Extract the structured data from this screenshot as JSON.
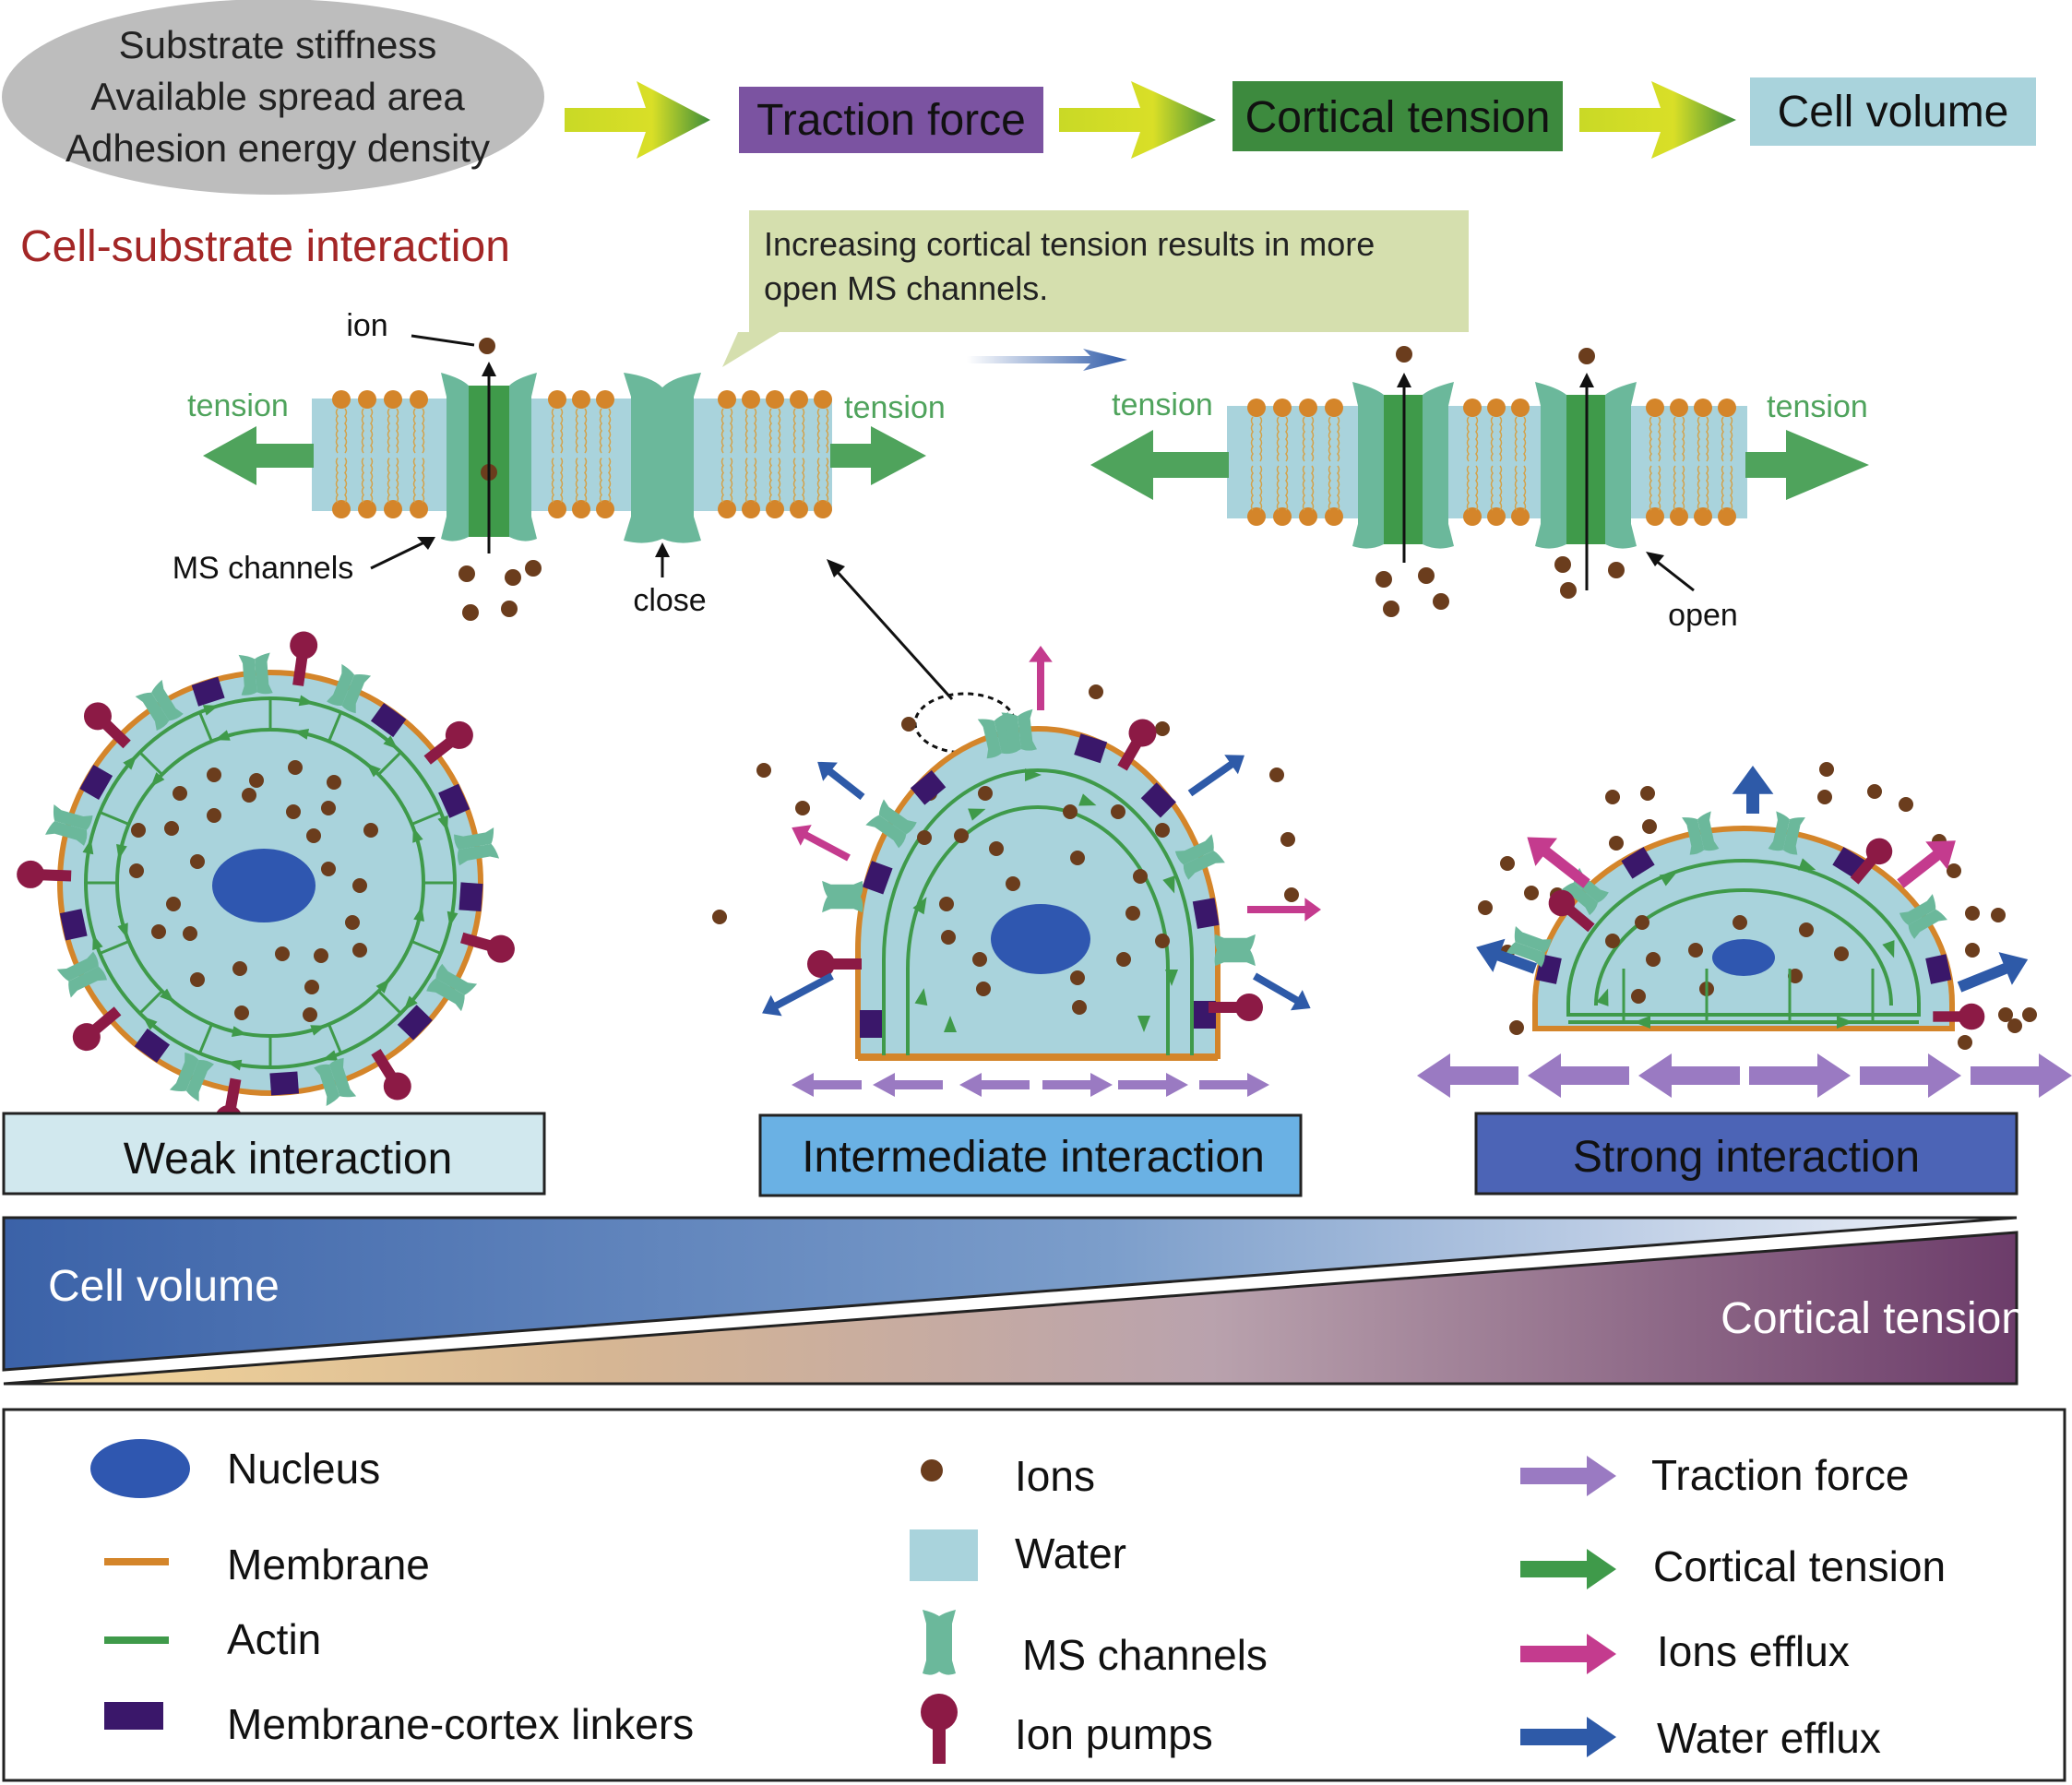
{
  "header": {
    "factors": [
      "Substrate stiffness",
      "Available spread area",
      "Adhesion energy density"
    ],
    "interaction_label": "Cell-substrate interaction",
    "chain": [
      "Traction force",
      "Cortical tension",
      "Cell volume"
    ]
  },
  "callout": {
    "lines": [
      "Increasing cortical tension results in more",
      "open MS channels."
    ]
  },
  "membrane": {
    "left": {
      "tension_left": "tension",
      "tension_right": "tension",
      "ion": "ion",
      "ms_channels": "MS channels",
      "close": "close"
    },
    "right": {
      "tension_left": "tension",
      "tension_right": "tension",
      "open": "open"
    }
  },
  "cells": [
    {
      "label": "Weak interaction"
    },
    {
      "label": "Intermediate interaction"
    },
    {
      "label": "Strong interaction"
    }
  ],
  "gradient": {
    "top_label": "Cell volume",
    "bottom_label": "Cortical tension"
  },
  "legend": {
    "col1": [
      "Nucleus",
      "Membrane",
      "Actin",
      "Membrane-cortex linkers"
    ],
    "col2": [
      "Ions",
      "Water",
      "MS channels",
      "Ion pumps"
    ],
    "col3": [
      "Traction  force",
      "Cortical tension",
      "Ions efflux",
      "Water efflux"
    ]
  },
  "colors": {
    "membrane": "#d4852a",
    "actin": "#3f9a4a",
    "water": "#a9d3dc",
    "nucleus": "#2f57b0",
    "ion": "#6b3d1d",
    "ms_channel": "#6bb89b",
    "pump": "#8c1a45",
    "linker": "#3a176a",
    "traction": "#9a7ac2",
    "ion_efflux": "#c43b8e",
    "water_efflux": "#2e5aa8"
  }
}
